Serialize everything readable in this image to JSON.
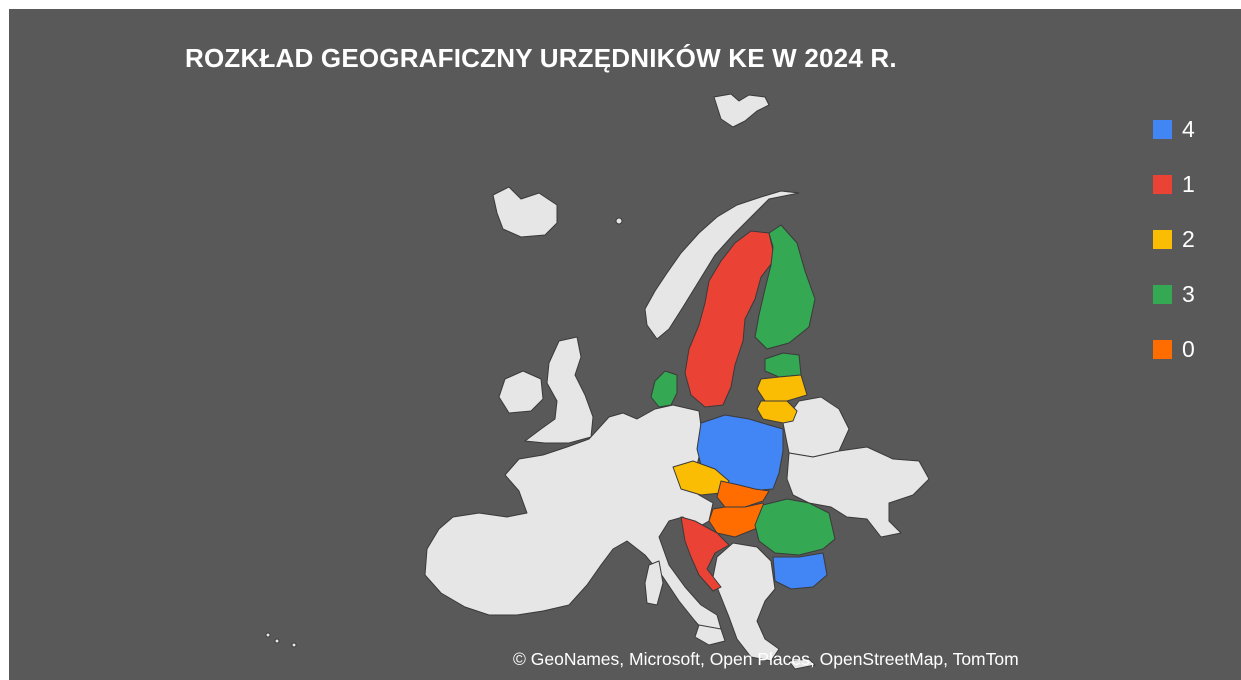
{
  "title": "ROZKŁAD GEOGRAFICZNY URZĘDNIKÓW KE W 2024 R.",
  "legend": [
    {
      "label": "4",
      "color": "#4285F4"
    },
    {
      "label": "1",
      "color": "#EA4335"
    },
    {
      "label": "2",
      "color": "#FBBC04"
    },
    {
      "label": "3",
      "color": "#34A853"
    },
    {
      "label": "0",
      "color": "#FF6D01"
    }
  ],
  "colors": {
    "background": "#595959",
    "land": "#E6E6E6",
    "border": "#3A3A3A"
  },
  "regions": [
    {
      "id": "poland",
      "value": "4"
    },
    {
      "id": "bulgaria",
      "value": "4"
    },
    {
      "id": "sweden",
      "value": "1"
    },
    {
      "id": "croatia",
      "value": "1"
    },
    {
      "id": "czechia",
      "value": "2"
    },
    {
      "id": "lithuania",
      "value": "2"
    },
    {
      "id": "latvia",
      "value": "2"
    },
    {
      "id": "finland",
      "value": "3"
    },
    {
      "id": "estonia",
      "value": "3"
    },
    {
      "id": "denmark",
      "value": "3"
    },
    {
      "id": "romania",
      "value": "3"
    },
    {
      "id": "slovakia",
      "value": "0"
    },
    {
      "id": "hungary",
      "value": "0"
    }
  ],
  "attribution": "© GeoNames, Microsoft, Open Places, OpenStreetMap, TomTom"
}
